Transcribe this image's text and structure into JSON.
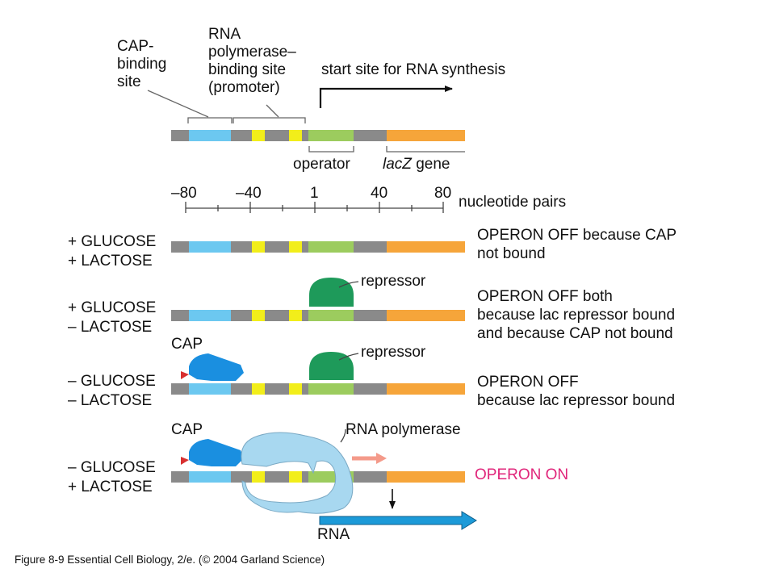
{
  "top_labels": {
    "cap_site": [
      "CAP-",
      "binding",
      "site"
    ],
    "promoter": [
      "RNA",
      "polymerase–",
      "binding site",
      "(promoter)"
    ],
    "start_site": "start site for RNA synthesis",
    "operator": "operator",
    "lacz_gene": {
      "italic": "lacZ",
      "rest": "gene"
    }
  },
  "scale": {
    "ticks": [
      "–80",
      "–40",
      "1",
      "40",
      "80"
    ],
    "unit": "nucleotide pairs"
  },
  "conditions": [
    {
      "glucose": "+ GLUCOSE",
      "lactose": "+ LACTOSE",
      "status": [
        "OPERON OFF because CAP",
        "not bound"
      ]
    },
    {
      "glucose": "+ GLUCOSE",
      "lactose": "– LACTOSE",
      "status": [
        "OPERON OFF both",
        "because lac repressor bound",
        "and because CAP not bound"
      ]
    },
    {
      "glucose": "– GLUCOSE",
      "lactose": "– LACTOSE",
      "status": [
        "OPERON OFF",
        "because lac repressor bound"
      ]
    },
    {
      "glucose": "– GLUCOSE",
      "lactose": "+ LACTOSE",
      "status": [
        "OPERON ON"
      ]
    }
  ],
  "protein_labels": {
    "repressor": "repressor",
    "cap": "CAP",
    "rna_polymerase": "RNA polymerase",
    "rna": "RNA"
  },
  "caption": "Figure 8-9  Essential Cell Biology, 2/e. (© 2004 Garland Science)",
  "colors": {
    "dna": "#8a8a8a",
    "cap_site": "#6cc8f0",
    "promoter_box": "#f2ee1a",
    "operator": "#9ccc5e",
    "lacz": "#f6a53a",
    "repressor": "#1e9a5a",
    "cap_protein": "#1a8fe0",
    "rna_polymerase": "#a8d8f0",
    "rna_arrow": "#1c9ad8",
    "on_text": "#e0257a",
    "cap_ligand": "#d83030",
    "direction_arrow": "#f49a8a"
  }
}
